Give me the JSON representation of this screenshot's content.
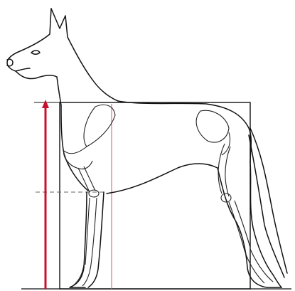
{
  "figure": {
    "colors": {
      "outline": "#111111",
      "bones": "#222222",
      "guide": "#666666",
      "height_arrow": "#c8102e",
      "shoulder_line": "#e06070",
      "background": "#ffffff"
    },
    "elements": [
      "great-dane-outline",
      "skeleton-overlay",
      "body-frame-rectangle",
      "height-arrow",
      "shoulder-vertical-line",
      "elbow-guide-line"
    ]
  }
}
